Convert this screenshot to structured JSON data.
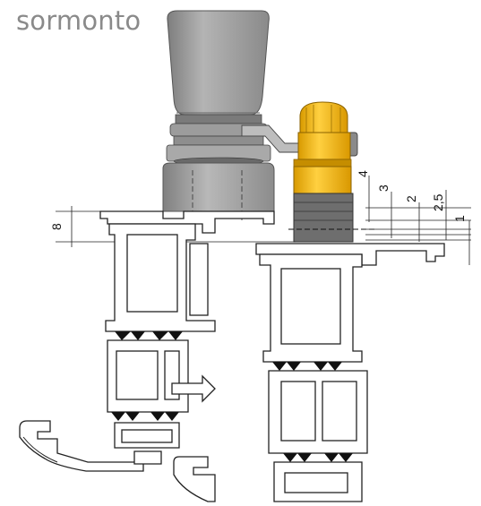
{
  "title": "sormonto",
  "dimensions": {
    "left_height": "8",
    "d1": "4",
    "d2": "3",
    "d3": "2",
    "d4": "2,5",
    "d5": "1"
  },
  "colors": {
    "handle_grey": "#a6a6a6",
    "knob_yellow": "#f2b600",
    "line": "#222222"
  }
}
